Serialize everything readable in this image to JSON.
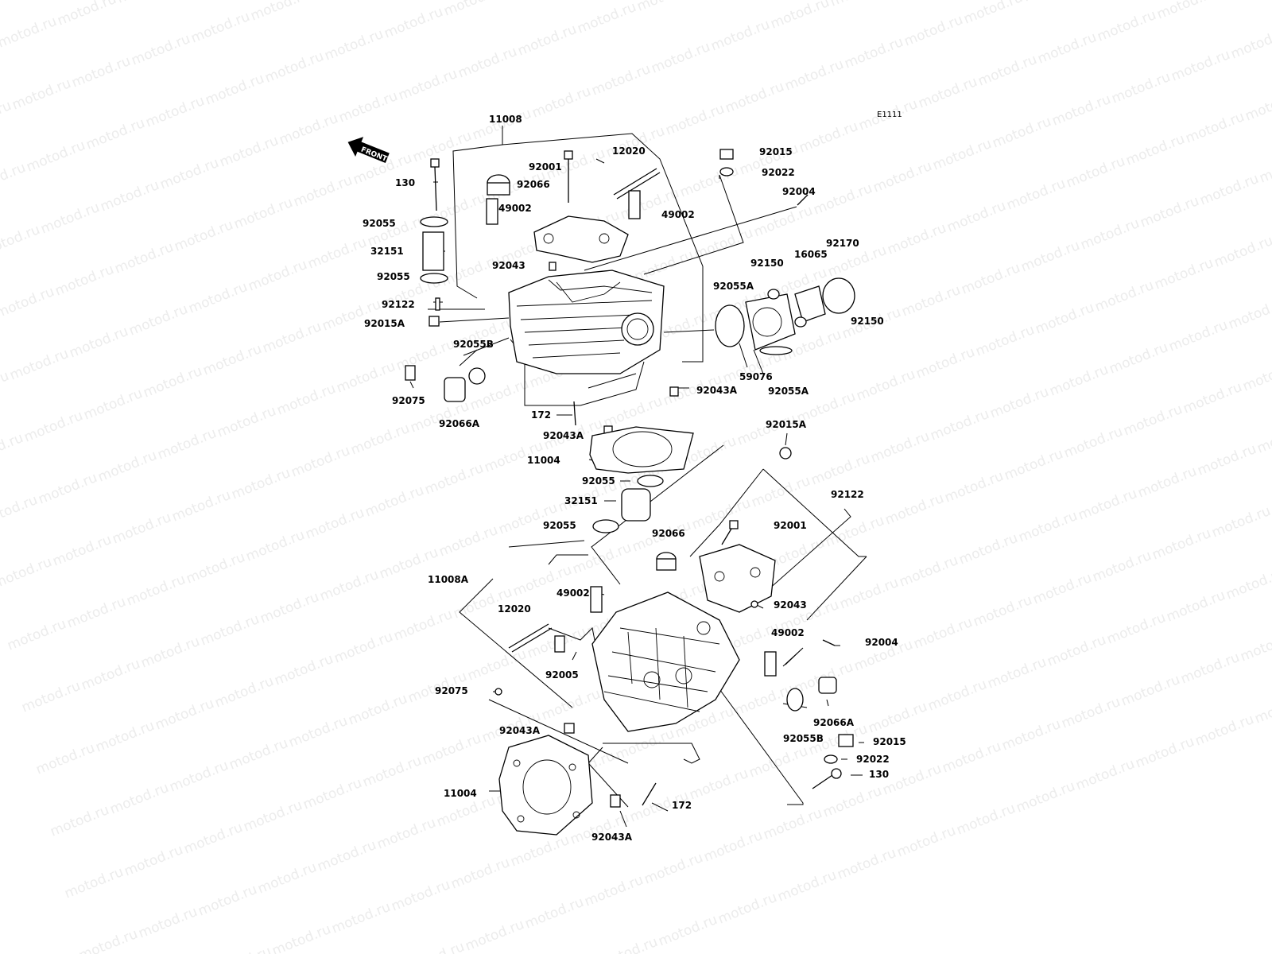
{
  "diagram": {
    "code": "E1111",
    "front_label": "FRONT",
    "watermark_text": "motod.ru",
    "colors": {
      "ink": "#000000",
      "paper": "#ffffff",
      "watermark": "#ececec"
    }
  },
  "labels": [
    {
      "id": "l1",
      "text": "11008"
    },
    {
      "id": "l2",
      "text": "92001"
    },
    {
      "id": "l3",
      "text": "12020"
    },
    {
      "id": "l4",
      "text": "92015"
    },
    {
      "id": "l5",
      "text": "92022"
    },
    {
      "id": "l6",
      "text": "130"
    },
    {
      "id": "l7",
      "text": "92066"
    },
    {
      "id": "l8",
      "text": "92004"
    },
    {
      "id": "l9",
      "text": "49002"
    },
    {
      "id": "l10",
      "text": "49002"
    },
    {
      "id": "l11",
      "text": "92055"
    },
    {
      "id": "l12",
      "text": "32151"
    },
    {
      "id": "l13",
      "text": "16065"
    },
    {
      "id": "l14",
      "text": "92170"
    },
    {
      "id": "l15",
      "text": "92150"
    },
    {
      "id": "l16",
      "text": "92043"
    },
    {
      "id": "l17",
      "text": "92055"
    },
    {
      "id": "l18",
      "text": "92055A"
    },
    {
      "id": "l19",
      "text": "92122"
    },
    {
      "id": "l20",
      "text": "92015A"
    },
    {
      "id": "l21",
      "text": "92150"
    },
    {
      "id": "l22",
      "text": "92055B"
    },
    {
      "id": "l23",
      "text": "59076"
    },
    {
      "id": "l24",
      "text": "92075"
    },
    {
      "id": "l25",
      "text": "92043A"
    },
    {
      "id": "l26",
      "text": "92055A"
    },
    {
      "id": "l27",
      "text": "92066A"
    },
    {
      "id": "l28",
      "text": "172"
    },
    {
      "id": "l29",
      "text": "92043A"
    },
    {
      "id": "l30",
      "text": "92015A"
    },
    {
      "id": "l31",
      "text": "11004"
    },
    {
      "id": "l32",
      "text": "92055"
    },
    {
      "id": "l33",
      "text": "92122"
    },
    {
      "id": "l34",
      "text": "32151"
    },
    {
      "id": "l35",
      "text": "92055"
    },
    {
      "id": "l36",
      "text": "92001"
    },
    {
      "id": "l37",
      "text": "92066"
    },
    {
      "id": "l38",
      "text": "11008A"
    },
    {
      "id": "l39",
      "text": "49002"
    },
    {
      "id": "l40",
      "text": "92043"
    },
    {
      "id": "l41",
      "text": "12020"
    },
    {
      "id": "l42",
      "text": "49002"
    },
    {
      "id": "l43",
      "text": "92004"
    },
    {
      "id": "l44",
      "text": "92005"
    },
    {
      "id": "l45",
      "text": "92075"
    },
    {
      "id": "l46",
      "text": "92066A"
    },
    {
      "id": "l47",
      "text": "92043A"
    },
    {
      "id": "l48",
      "text": "92055B"
    },
    {
      "id": "l49",
      "text": "92015"
    },
    {
      "id": "l50",
      "text": "92022"
    },
    {
      "id": "l51",
      "text": "130"
    },
    {
      "id": "l52",
      "text": "11004"
    },
    {
      "id": "l53",
      "text": "172"
    },
    {
      "id": "l54",
      "text": "92043A"
    }
  ]
}
